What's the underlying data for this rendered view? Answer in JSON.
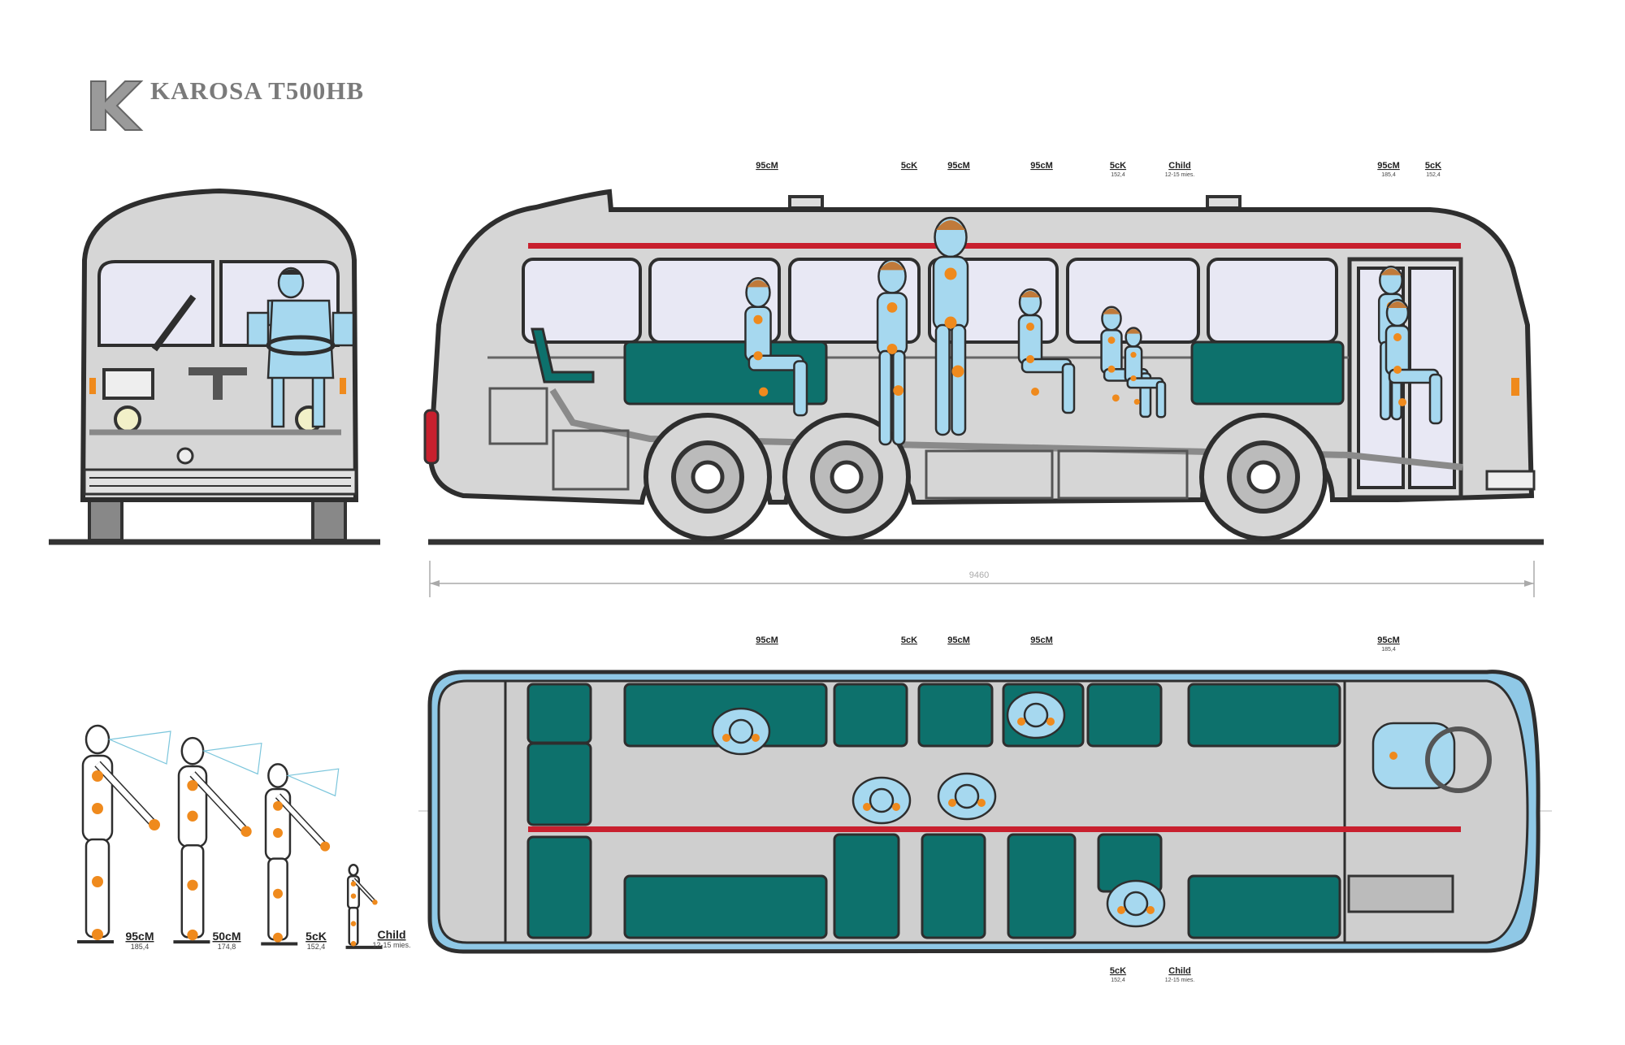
{
  "title": "KAROSA T500HB",
  "logo_letter": "K",
  "dimension": "9460",
  "side_labels": [
    {
      "name": "95cM",
      "sub": ""
    },
    {
      "name": "5cK",
      "sub": ""
    },
    {
      "name": "95cM",
      "sub": ""
    },
    {
      "name": "95cM",
      "sub": ""
    },
    {
      "name": "5cK",
      "sub": "152,4"
    },
    {
      "name": "Child",
      "sub": "12-15 mies."
    },
    {
      "name": "95cM",
      "sub": "185,4"
    },
    {
      "name": "5cK",
      "sub": "152,4"
    }
  ],
  "plan_labels": [
    {
      "name": "95cM",
      "sub": ""
    },
    {
      "name": "5cK",
      "sub": ""
    },
    {
      "name": "95cM",
      "sub": ""
    },
    {
      "name": "95cM",
      "sub": ""
    },
    {
      "name": "95cM",
      "sub": "185,4"
    },
    {
      "name": "5cK",
      "sub": "152,4"
    },
    {
      "name": "Child",
      "sub": "12-15 mies."
    }
  ],
  "figure_labels": [
    {
      "name": "95cM",
      "sub": "185,4"
    },
    {
      "name": "50cM",
      "sub": "174,8"
    },
    {
      "name": "5cK",
      "sub": "152,4"
    },
    {
      "name": "Child",
      "sub": "12-15 mies."
    }
  ],
  "colors": {
    "seat": "#0d716c",
    "stripe": "#c8202e",
    "figure": "#a6d8ef",
    "joint": "#ef8a1d",
    "body": "#d6d6d6"
  }
}
